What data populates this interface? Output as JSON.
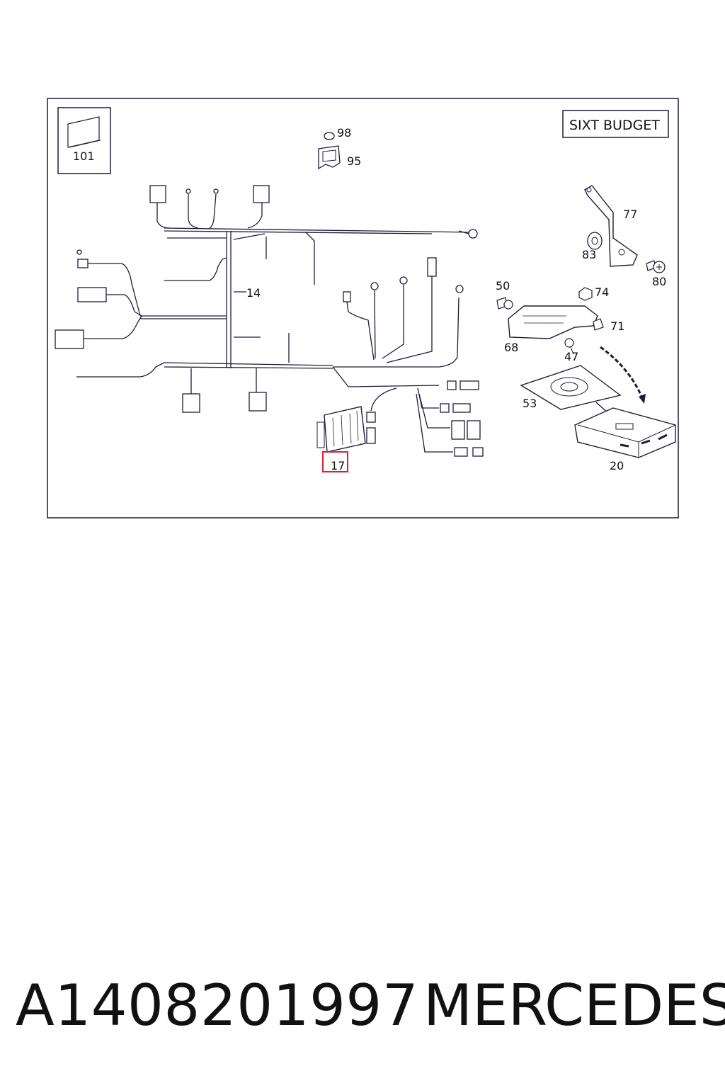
{
  "diagram": {
    "badge": "SIXT BUDGET",
    "callouts": {
      "p101": "101",
      "p98": "98",
      "p95": "95",
      "p77": "77",
      "p83": "83",
      "p80": "80",
      "p14": "14",
      "p50": "50",
      "p74": "74",
      "p71": "71",
      "p68": "68",
      "p47": "47",
      "p53": "53",
      "p20": "20",
      "p17": "17"
    },
    "highlight_color": "#d9232d",
    "line_color": "#1c1c3a"
  },
  "footer": {
    "part_number": "A1408201997",
    "brand": "MERCEDES"
  }
}
